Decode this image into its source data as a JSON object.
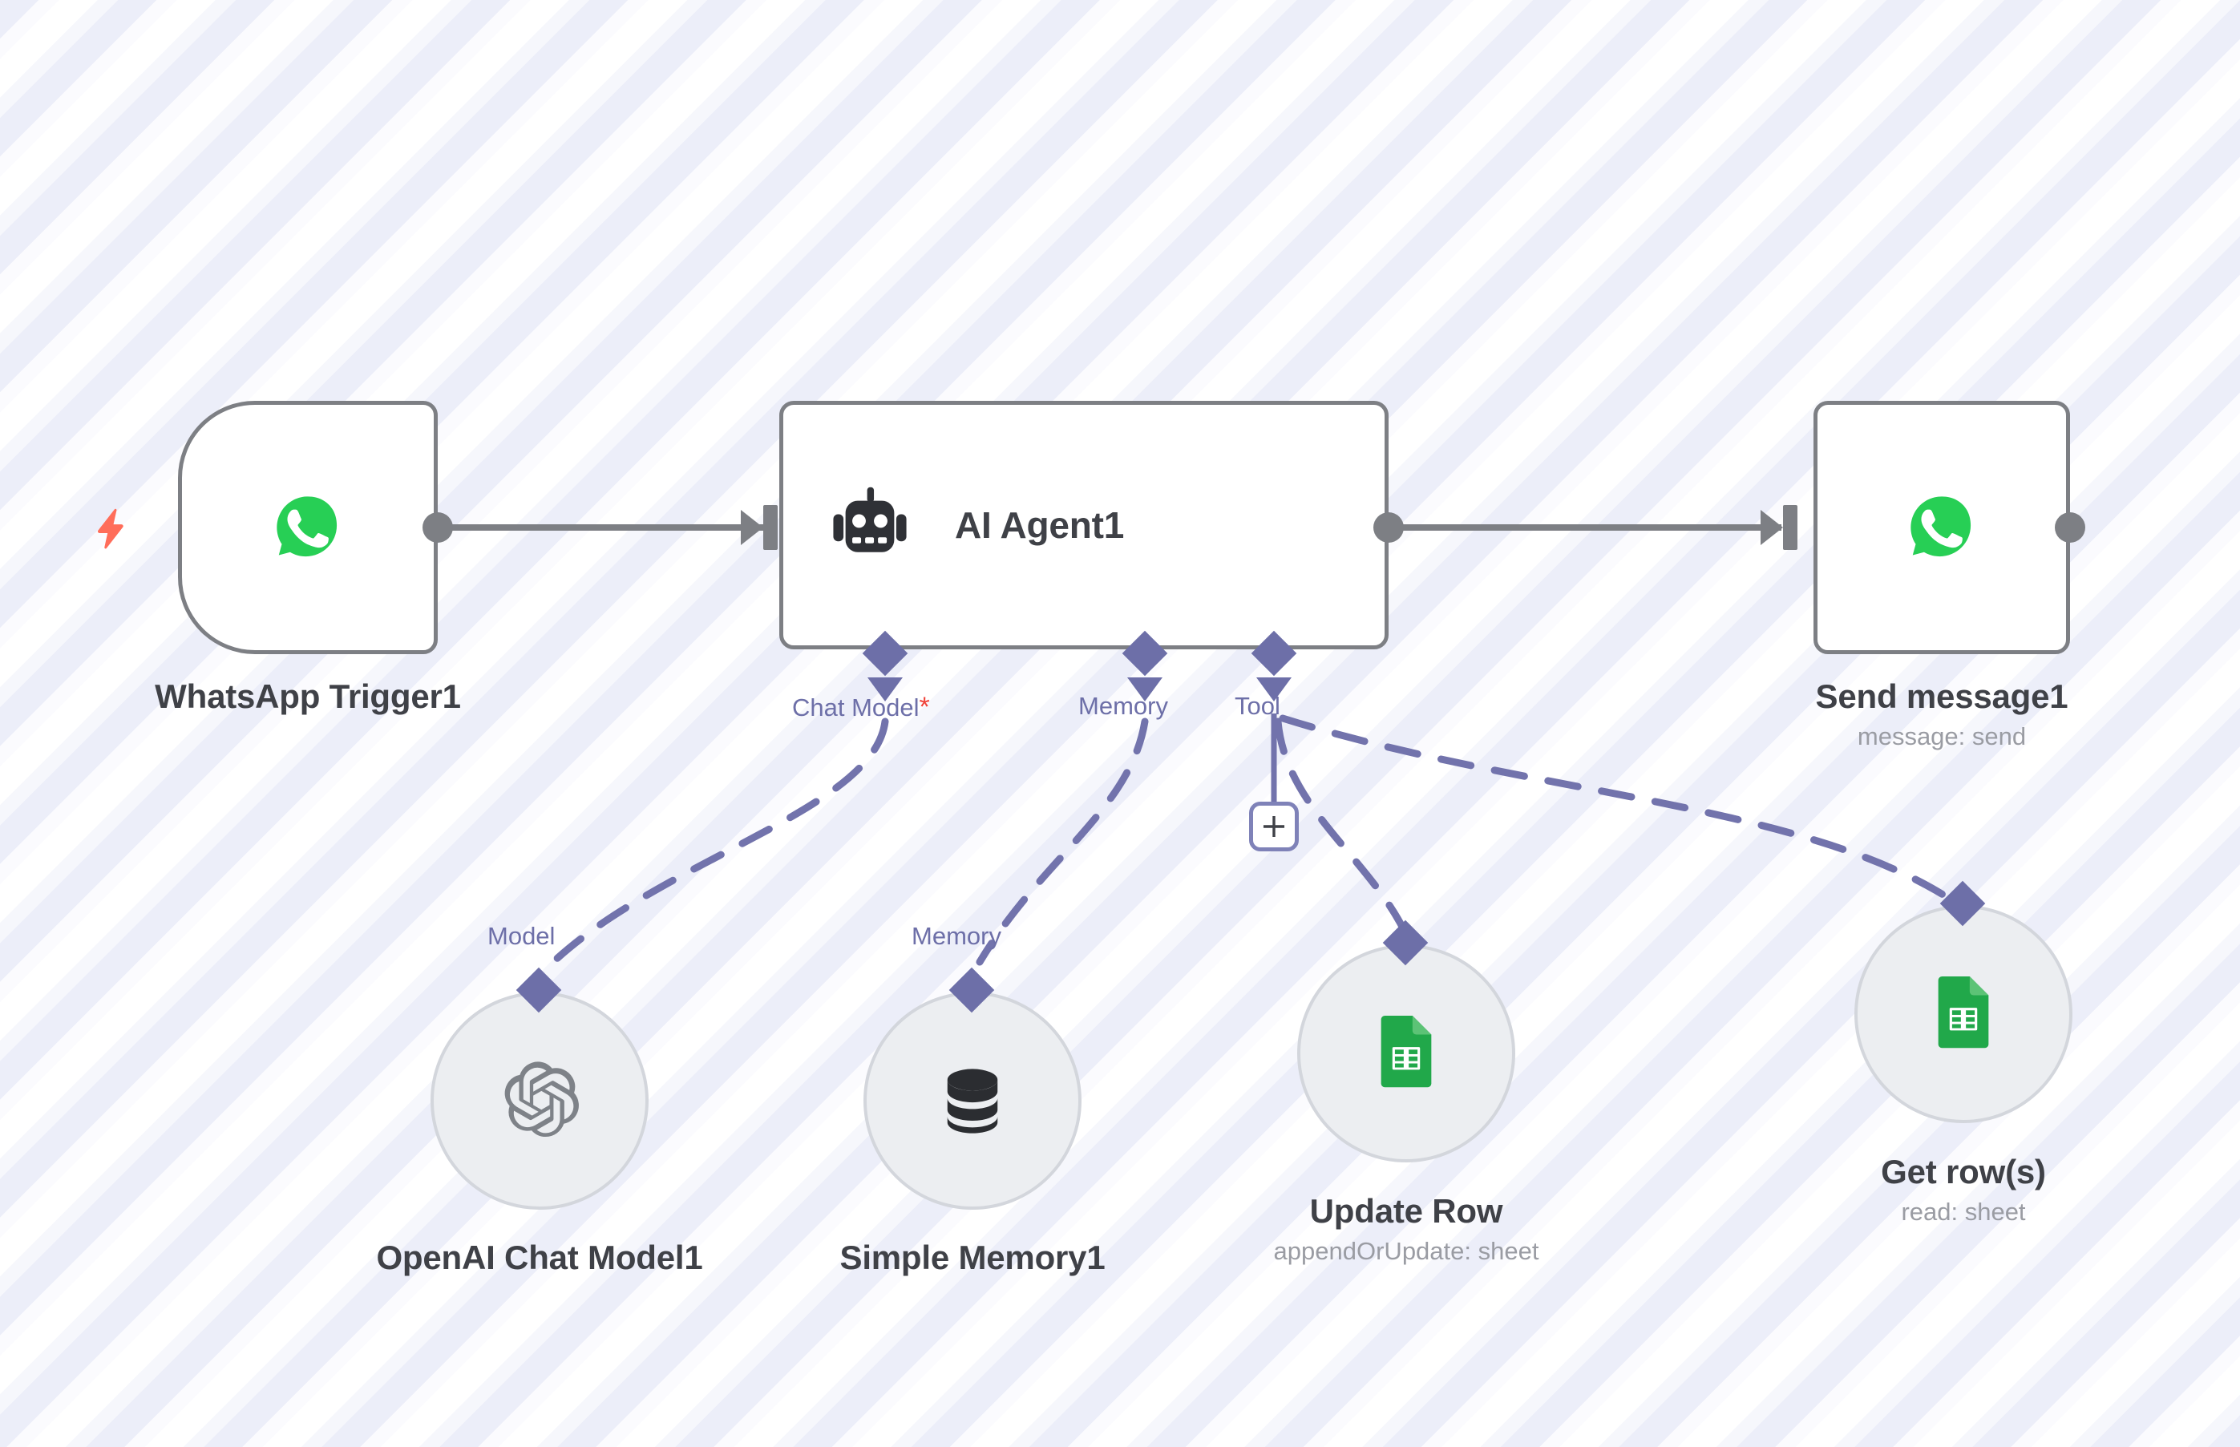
{
  "app": {
    "name": "n8n workflow canvas",
    "canvas_background": "#ffffff",
    "accent_connector_color": "#6d6fa8",
    "node_border_color": "#7d7f84",
    "required_marker_color": "#f0433a",
    "trigger_bolt_color": "#ff6d5a"
  },
  "nodes": [
    {
      "id": "whatsapp-trigger1",
      "title": "WhatsApp Trigger1",
      "subtitle": "",
      "icon": "whatsapp-icon",
      "shape": "trigger",
      "has_trigger_bolt": true
    },
    {
      "id": "ai-agent1",
      "title": "AI Agent1",
      "subtitle": "",
      "icon": "robot-icon",
      "shape": "rect-wide",
      "inline_label": "AI Agent1"
    },
    {
      "id": "send-message1",
      "title": "Send message1",
      "subtitle": "message: send",
      "icon": "whatsapp-icon",
      "shape": "rect"
    },
    {
      "id": "openai-chat-model1",
      "title": "OpenAI Chat Model1",
      "subtitle": "",
      "icon": "openai-icon",
      "shape": "circle"
    },
    {
      "id": "simple-memory1",
      "title": "Simple Memory1",
      "subtitle": "",
      "icon": "database-icon",
      "shape": "circle"
    },
    {
      "id": "update-row",
      "title": "Update Row",
      "subtitle": "appendOrUpdate: sheet",
      "icon": "google-sheets-icon",
      "shape": "circle"
    },
    {
      "id": "get-rows",
      "title": "Get row(s)",
      "subtitle": "read: sheet",
      "icon": "google-sheets-icon",
      "shape": "circle"
    }
  ],
  "agent_ports": [
    {
      "id": "chat-model-port",
      "label": "Chat Model",
      "required": true,
      "required_marker": "*"
    },
    {
      "id": "memory-port",
      "label": "Memory",
      "required": false,
      "required_marker": ""
    },
    {
      "id": "tool-port",
      "label": "Tool",
      "required": false,
      "required_marker": ""
    }
  ],
  "subnode_port_labels": [
    {
      "id": "openai-model-label",
      "label": "Model"
    },
    {
      "id": "memory-label",
      "label": "Memory"
    }
  ],
  "buttons": [
    {
      "id": "add-tool-button",
      "label": "+",
      "icon": "plus-icon"
    }
  ],
  "connections": [
    {
      "from": "whatsapp-trigger1",
      "to": "ai-agent1",
      "style": "solid"
    },
    {
      "from": "ai-agent1",
      "to": "send-message1",
      "style": "solid"
    },
    {
      "from": "chat-model-port",
      "to": "openai-chat-model1",
      "style": "dashed"
    },
    {
      "from": "memory-port",
      "to": "simple-memory1",
      "style": "dashed"
    },
    {
      "from": "tool-port",
      "to": "update-row",
      "style": "dashed"
    },
    {
      "from": "tool-port",
      "to": "get-rows",
      "style": "dashed"
    }
  ]
}
